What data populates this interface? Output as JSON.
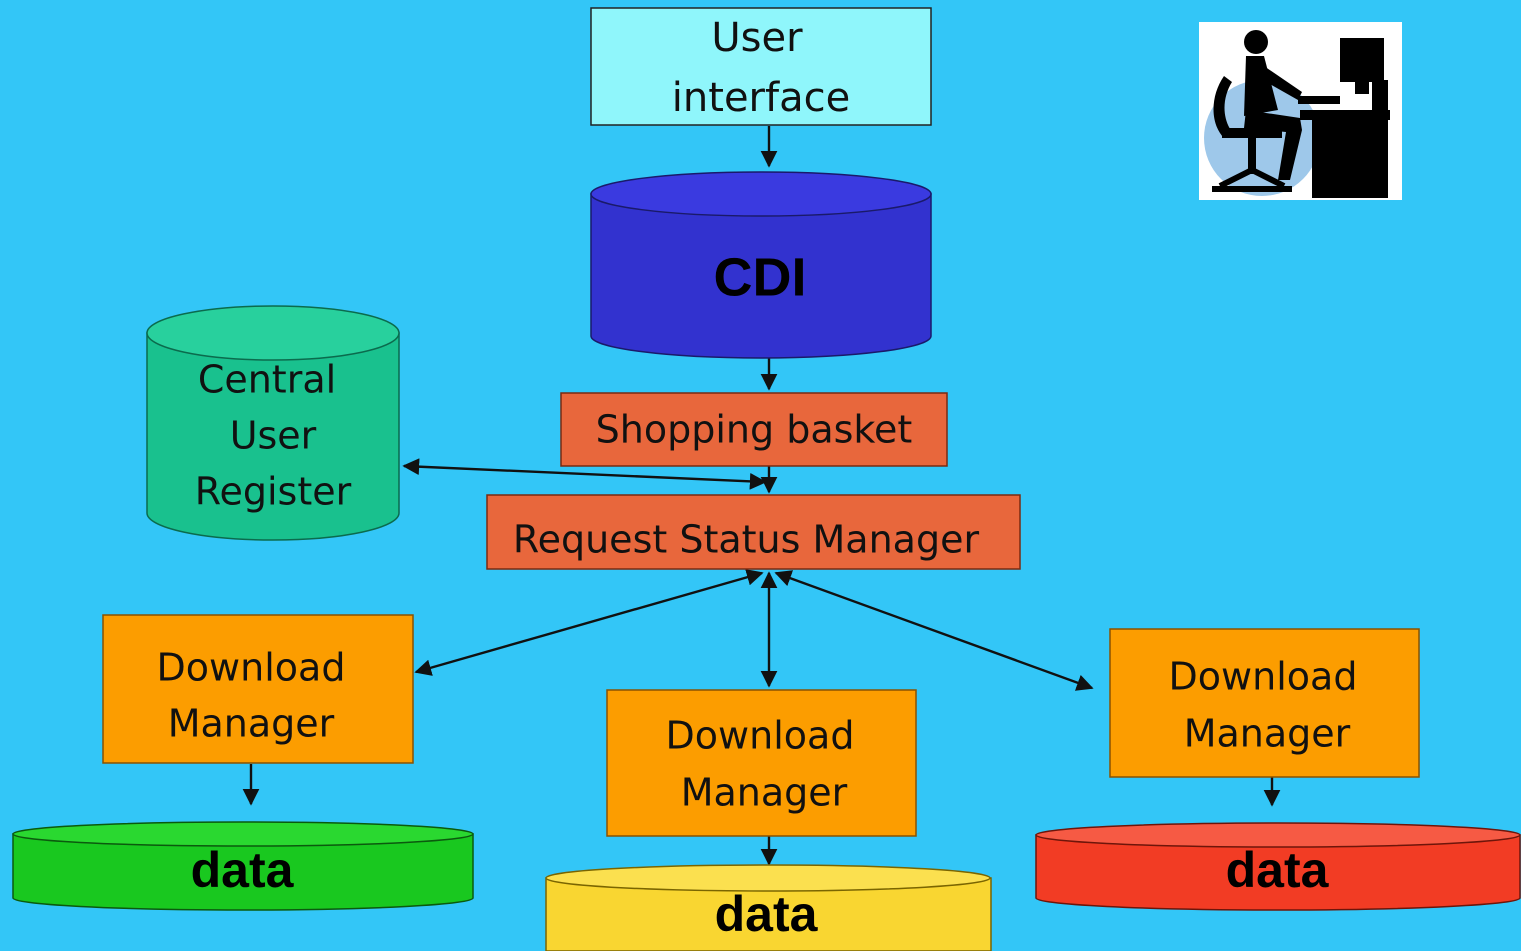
{
  "colors": {
    "background": "#33c6f7",
    "user_interface": "#8ff6fb",
    "cdi": "#3232cf",
    "register": "#19c18e",
    "process": "#e8673c",
    "download_manager": "#fc9d00",
    "data_green": "#19c81f",
    "data_yellow": "#f9d631",
    "data_red": "#f23c24"
  },
  "nodes": {
    "user_interface": {
      "line1": "User",
      "line2": "interface"
    },
    "cdi": {
      "label": "CDI"
    },
    "central_user_register": {
      "line1": "Central",
      "line2": "User",
      "line3": "Register"
    },
    "shopping_basket": {
      "label": "Shopping basket"
    },
    "request_status_manager": {
      "label": "Request Status Manager"
    },
    "download_manager_left": {
      "line1": "Download",
      "line2": "Manager"
    },
    "download_manager_center": {
      "line1": "Download",
      "line2": "Manager"
    },
    "download_manager_right": {
      "line1": "Download",
      "line2": "Manager"
    },
    "data_left": {
      "label": "data"
    },
    "data_center": {
      "label": "data"
    },
    "data_right": {
      "label": "data"
    }
  },
  "icons": {
    "user_at_computer": "person-at-computer-icon"
  }
}
